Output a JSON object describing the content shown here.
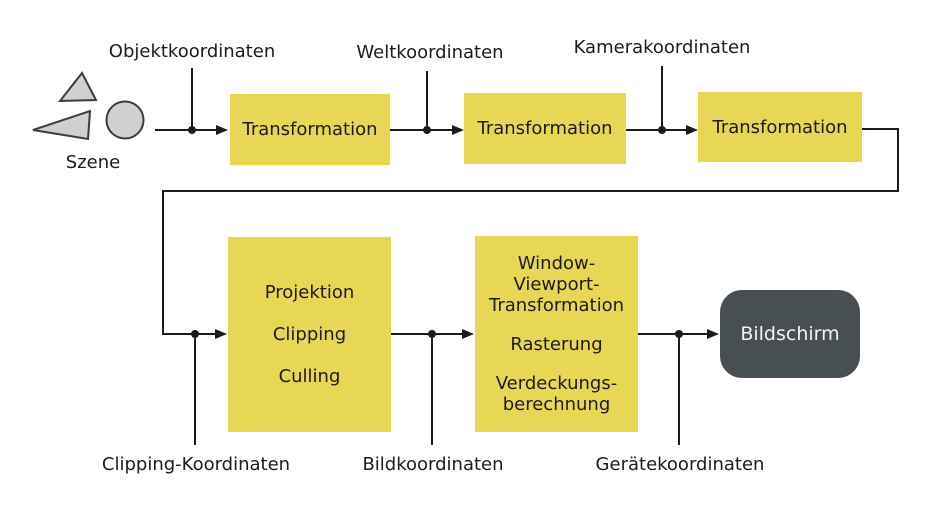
{
  "colors": {
    "box_fill": "#e8d754",
    "screen_fill": "#474f53",
    "screen_text": "#f2f2f2",
    "shape_fill": "#d0d0d0",
    "line": "#1c1c1c",
    "text": "#1c1c1c",
    "background": "#ffffff"
  },
  "scene": {
    "label": "Szene",
    "shapes": [
      "triangle",
      "triangle",
      "circle"
    ]
  },
  "top_labels": {
    "object": "Objektkoordinaten",
    "world": "Weltkoordinaten",
    "camera": "Kamerakoordinaten"
  },
  "bottom_labels": {
    "clipping": "Clipping-Koordinaten",
    "image": "Bildkoordinaten",
    "device": "Gerätekoordinaten"
  },
  "boxes": {
    "transform1": {
      "label": "Transformation"
    },
    "transform2": {
      "label": "Transformation"
    },
    "transform3": {
      "label": "Transformation"
    },
    "projection": {
      "lines": [
        "Projektion",
        "Clipping",
        "Culling"
      ]
    },
    "window_viewport": {
      "lines": [
        "Window-",
        "Viewport-",
        "Transformation",
        "Rasterung",
        "Verdeckungs-",
        "berechnung"
      ]
    },
    "screen": {
      "label": "Bildschirm"
    }
  }
}
